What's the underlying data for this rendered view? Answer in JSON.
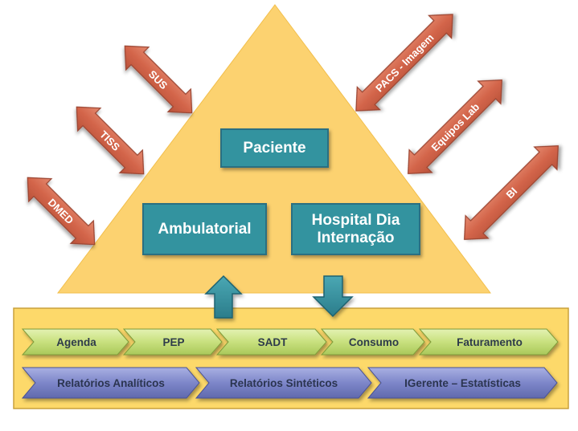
{
  "center_boxes": {
    "paciente": "Paciente",
    "ambulatorial": "Ambulatorial",
    "hospital_line1": "Hospital Dia",
    "hospital_line2": "Internação"
  },
  "left_arrows": [
    "SUS",
    "TISS",
    "DMED"
  ],
  "right_arrows": [
    "PACS - Imagem",
    "Equipos Lab",
    "BI"
  ],
  "process_row": [
    "Agenda",
    "PEP",
    "SADT",
    "Consumo",
    "Faturamento"
  ],
  "report_row": [
    "Relatórios Analíticos",
    "Relatórios Sintéticos",
    "IGerente – Estatísticas"
  ],
  "colors": {
    "triangle": "#fcd270",
    "arrow": "#d56a4f",
    "box": "#33939f",
    "green_chevron": "#c8e07e",
    "purple_chevron": "#7d86c9",
    "base_panel": "#fdd96a"
  }
}
